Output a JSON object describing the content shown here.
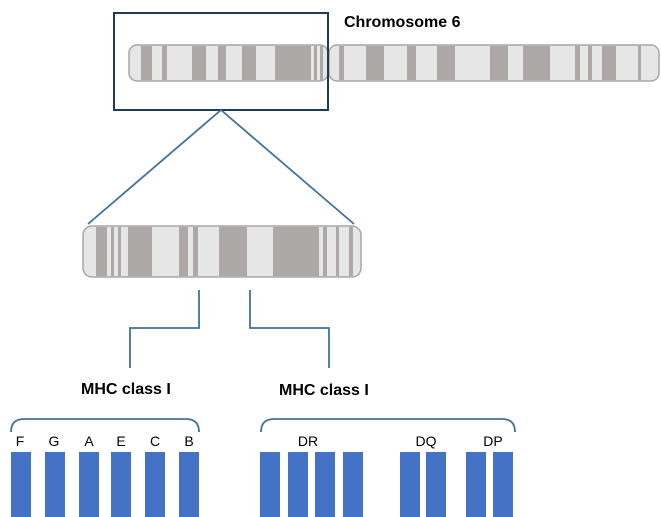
{
  "title": "Chromosome 6",
  "colors": {
    "chrom_fill": "#e6e6e6",
    "chrom_band": "#ada8a8",
    "chrom_stroke": "#a6a6a6",
    "line": "#41719c",
    "gene_bar": "#4472c4"
  },
  "groups": [
    {
      "label": "MHC class I",
      "genes": [
        "F",
        "G",
        "A",
        "E",
        "C",
        "B"
      ]
    },
    {
      "label": "MHC class I",
      "genes": [
        "DR",
        "DQ",
        "DP"
      ]
    }
  ]
}
